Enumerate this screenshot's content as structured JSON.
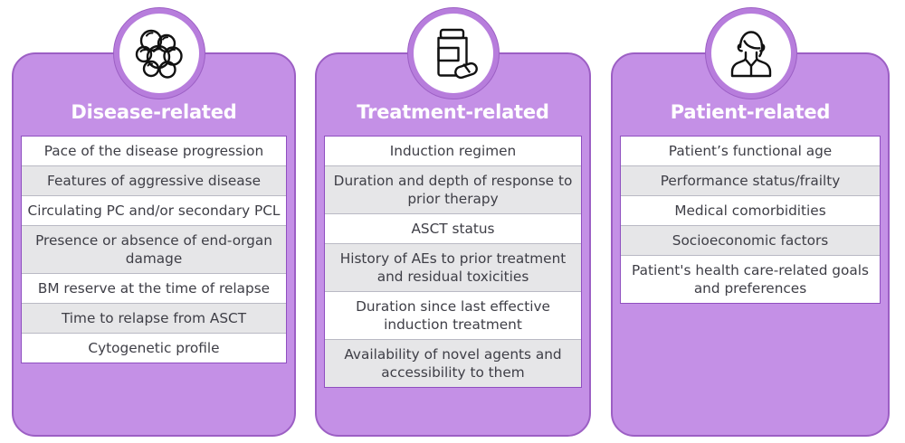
{
  "theme": {
    "card_fill": "#c490e6",
    "card_border": "#9c5fc4",
    "badge_ring": "#b77ddc",
    "table_border": "#8f4fc0",
    "row_alt_fill": "#e6e6e8",
    "row_fill": "#ffffff",
    "title_color": "#ffffff",
    "text_color": "#3e3e46"
  },
  "columns": [
    {
      "id": "disease-related",
      "title": "Disease-related",
      "icon": "cell-cluster-icon",
      "items": [
        "Pace of the disease progression",
        "Features of aggressive disease",
        "Circulating PC and/or secondary PCL",
        "Presence or absence of end-organ damage",
        "BM reserve at the time of relapse",
        "Time to relapse from ASCT",
        "Cytogenetic profile"
      ]
    },
    {
      "id": "treatment-related",
      "title": "Treatment-related",
      "icon": "pill-bottle-icon",
      "items": [
        "Induction regimen",
        "Duration and depth of response to prior therapy",
        "ASCT status",
        "History of AEs to prior treatment and residual toxicities",
        "Duration since last effective induction treatment",
        "Availability of novel agents and accessibility to them"
      ]
    },
    {
      "id": "patient-related",
      "title": "Patient-related",
      "icon": "patient-person-icon",
      "items": [
        "Patient’s functional age",
        "Performance status/frailty",
        "Medical comorbidities",
        "Socioeconomic factors",
        "Patient's health care-related goals and preferences"
      ]
    }
  ]
}
